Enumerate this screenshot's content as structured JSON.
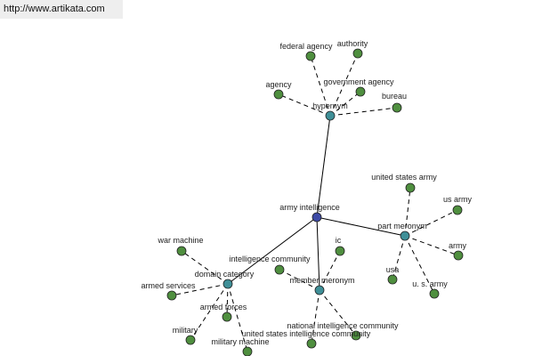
{
  "watermark": {
    "url": "http://www.artikata.com"
  },
  "colors": {
    "center": "#3d4aa6",
    "relation": "#3f8f97",
    "leaf": "#4f8f3f"
  },
  "graph": {
    "center": {
      "id": "army-intelligence",
      "label": "army intelligence"
    },
    "relations": [
      {
        "id": "hypernym",
        "label": "hypernym",
        "leaves": [
          "federal agency",
          "authority",
          "agency",
          "government agency",
          "bureau"
        ]
      },
      {
        "id": "part-meronym",
        "label": "part meronym",
        "leaves": [
          "united states army",
          "us army",
          "army",
          "usa",
          "u. s. army"
        ]
      },
      {
        "id": "domain-category",
        "label": "domain category",
        "leaves": [
          "war machine",
          "armed services",
          "armed forces",
          "military",
          "military machine"
        ]
      },
      {
        "id": "member-meronym",
        "label": "member meronym",
        "leaves": [
          "ic",
          "intelligence community",
          "national intelligence community",
          "united states intelligence community"
        ]
      }
    ]
  }
}
